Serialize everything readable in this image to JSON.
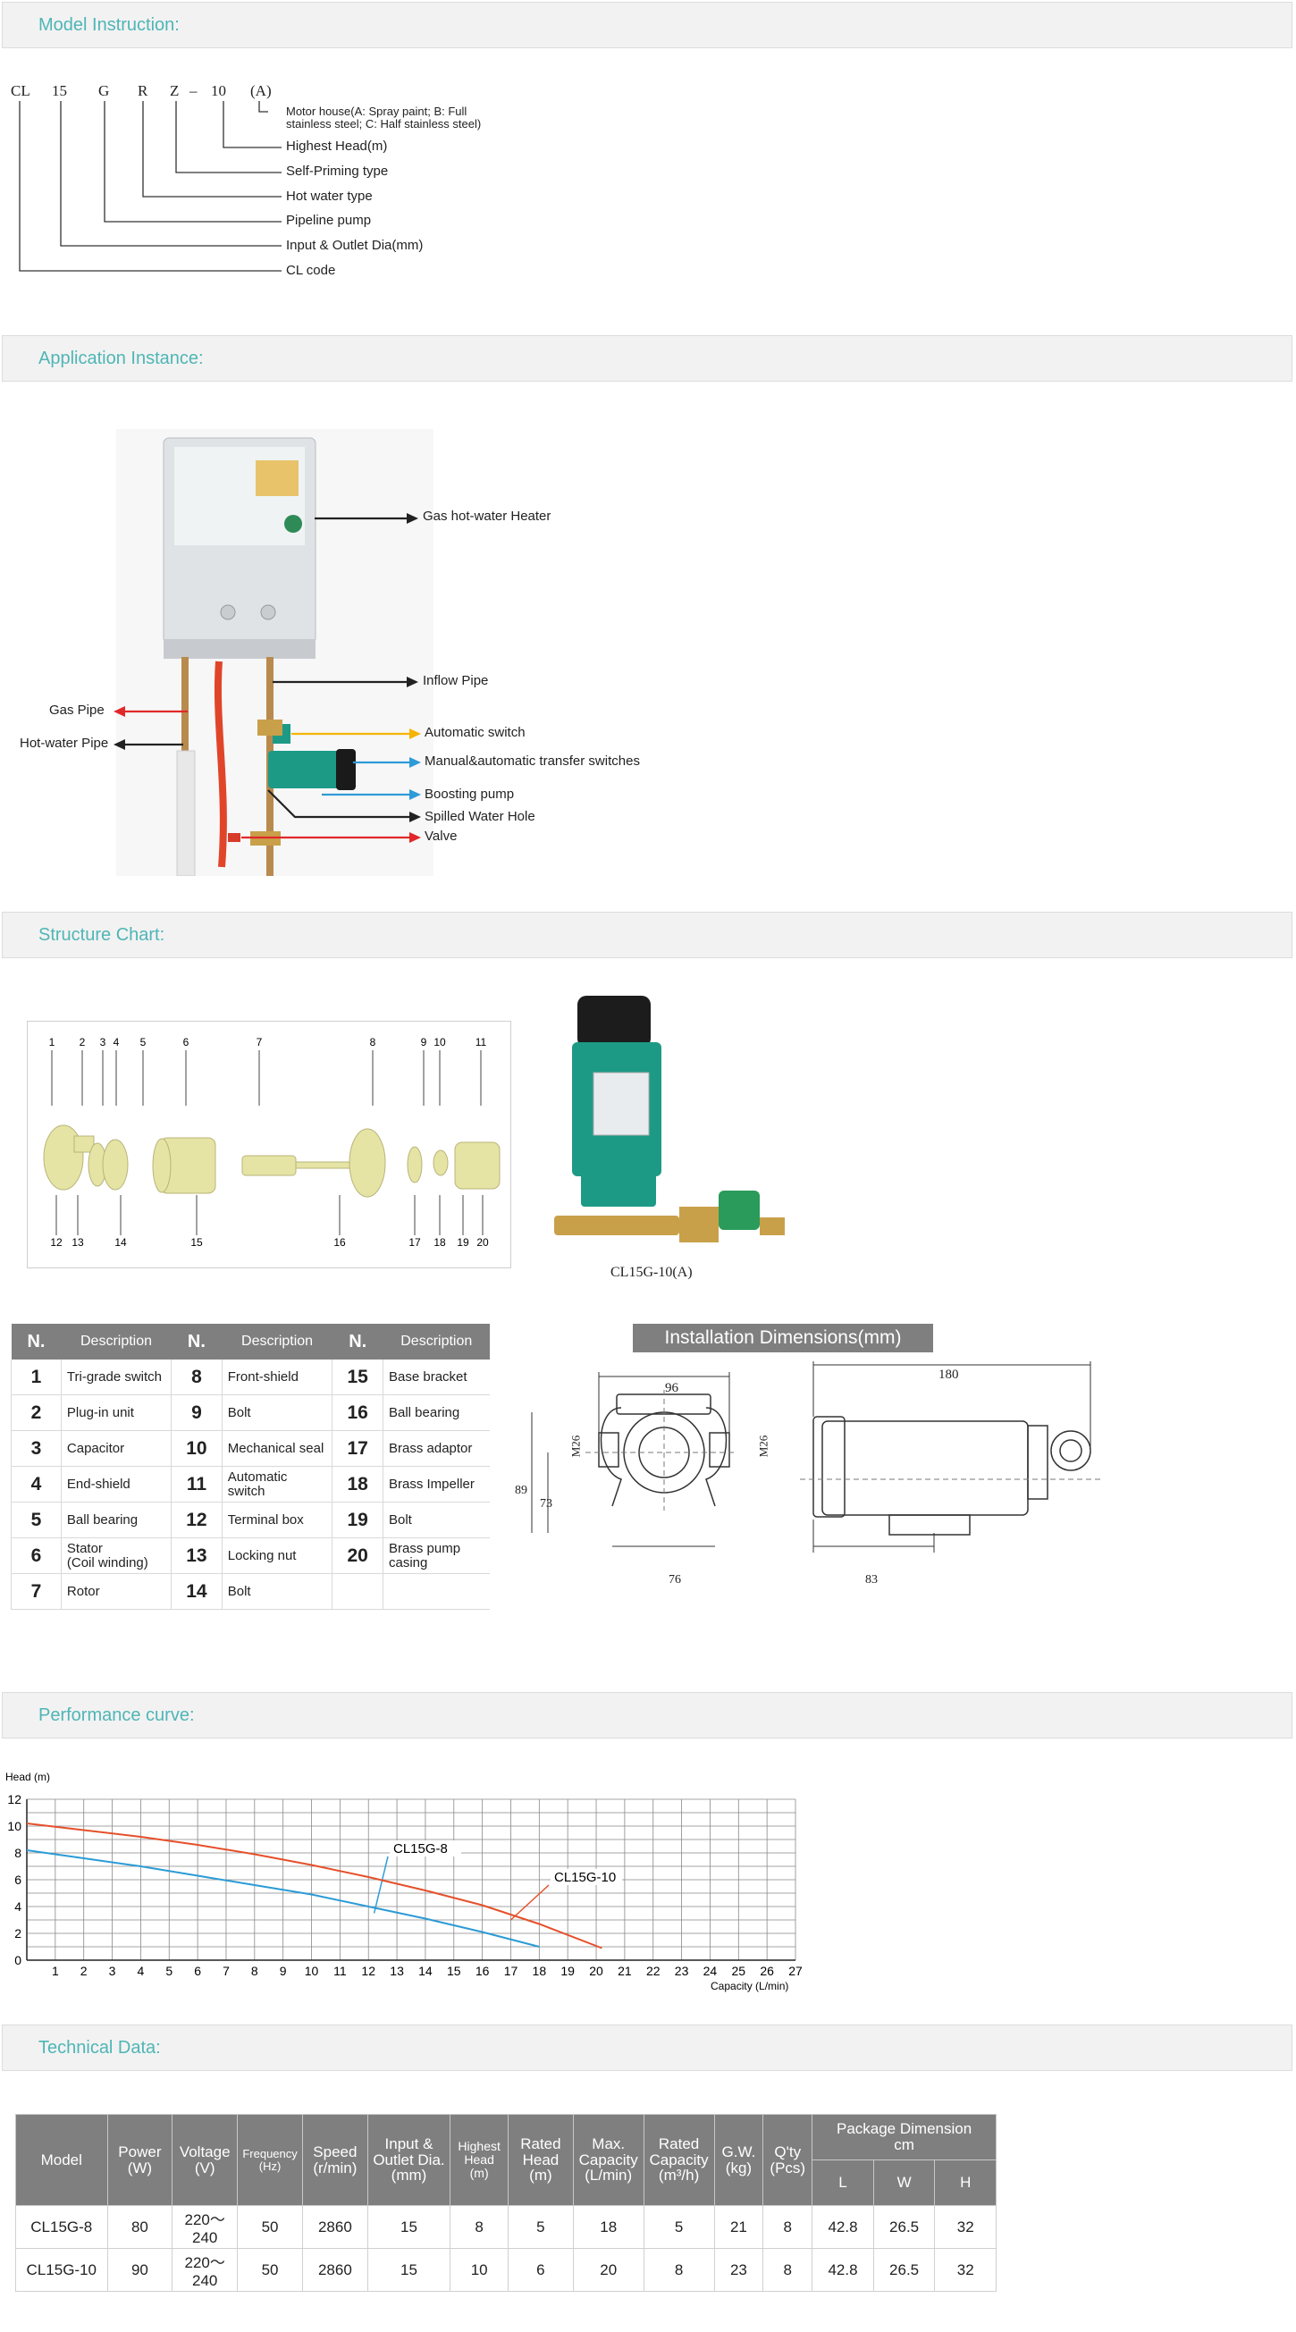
{
  "sections": {
    "model": "Model Instruction:",
    "application": "Application Instance:",
    "structure": "Structure Chart:",
    "performance": "Performance curve:",
    "technical": "Technical Data:"
  },
  "model_code": {
    "parts": [
      "CL",
      "15",
      "G",
      "R",
      "Z",
      "–",
      "10",
      "(A)"
    ],
    "labels": [
      "Motor house(A: Spray paint; B: Full",
      "stainless steel; C: Half stainless steel)",
      "Highest Head(m)",
      "Self-Priming type",
      "Hot water type",
      "Pipeline pump",
      "Input & Outlet Dia(mm)",
      "CL code"
    ]
  },
  "application": {
    "labels": {
      "heater": "Gas hot-water Heater",
      "inflow": "Inflow Pipe",
      "gas_pipe": "Gas Pipe",
      "hot_pipe": "Hot-water Pipe",
      "auto_switch": "Automatic switch",
      "manual_switch": "Manual&automatic transfer switches",
      "boosting": "Boosting pump",
      "spilled": "Spilled Water Hole",
      "valve": "Valve"
    },
    "colors": {
      "black": "#222222",
      "red": "#e0282a",
      "yellow": "#f5b400",
      "blue": "#2e9ad8"
    }
  },
  "structure": {
    "exploded_top": [
      "1",
      "2",
      "3",
      "4",
      "5",
      "6",
      "7",
      "8",
      "9",
      "10",
      "11"
    ],
    "exploded_bottom": [
      "12",
      "13",
      "14",
      "15",
      "16",
      "17",
      "18",
      "19",
      "20"
    ],
    "pump_caption": "CL15G-10(A)",
    "table_headers": [
      "N.",
      "Description",
      "N.",
      "Description",
      "N.",
      "Description"
    ],
    "rows": [
      [
        "1",
        "Tri-grade switch",
        "8",
        "Front-shield",
        "15",
        "Base bracket"
      ],
      [
        "2",
        "Plug-in unit",
        "9",
        "Bolt",
        "16",
        "Ball bearing"
      ],
      [
        "3",
        "Capacitor",
        "10",
        "Mechanical seal",
        "17",
        "Brass adaptor"
      ],
      [
        "4",
        "End-shield",
        "11",
        "Automatic switch",
        "18",
        "Brass Impeller"
      ],
      [
        "5",
        "Ball bearing",
        "12",
        "Terminal box",
        "19",
        "Bolt"
      ],
      [
        "6",
        "Stator\n(Coil winding)",
        "13",
        "Locking nut",
        "20",
        "Brass pump\ncasing"
      ],
      [
        "7",
        "Rotor",
        "14",
        "Bolt",
        "",
        ""
      ]
    ]
  },
  "dimensions": {
    "title": "Installation Dimensions(mm)",
    "front": {
      "width": "96",
      "thread_left": "M26",
      "thread_right": "M26",
      "height_total": "89",
      "height_axis": "73",
      "base": "76"
    },
    "side": {
      "length": "180",
      "base": "83"
    }
  },
  "chart_data": {
    "type": "line",
    "ylabel": "Head (m)",
    "xlabel": "Capacity (L/min)",
    "xlim": [
      0,
      27
    ],
    "ylim": [
      0,
      12
    ],
    "x_ticks": [
      1,
      2,
      3,
      4,
      5,
      6,
      7,
      8,
      9,
      10,
      11,
      12,
      13,
      14,
      15,
      16,
      17,
      18,
      19,
      20,
      21,
      22,
      23,
      24,
      25,
      26,
      27
    ],
    "y_ticks": [
      0,
      2,
      4,
      6,
      8,
      10,
      12
    ],
    "grid": true,
    "series": [
      {
        "name": "CL15G-8",
        "color": "#2b9bd6",
        "x": [
          0,
          2,
          4,
          6,
          8,
          10,
          12,
          14,
          16,
          18
        ],
        "y": [
          8.2,
          7.6,
          7.0,
          6.3,
          5.6,
          4.9,
          4.0,
          3.1,
          2.1,
          1.0
        ]
      },
      {
        "name": "CL15G-10",
        "color": "#e5502a",
        "x": [
          0,
          2,
          4,
          6,
          8,
          10,
          12,
          14,
          16,
          18,
          20.2
        ],
        "y": [
          10.2,
          9.7,
          9.2,
          8.6,
          7.9,
          7.1,
          6.2,
          5.2,
          4.1,
          2.7,
          0.9
        ]
      }
    ]
  },
  "technical": {
    "headers": {
      "model": "Model",
      "power": [
        "Power",
        "(W)"
      ],
      "voltage": [
        "Voltage",
        "(V)"
      ],
      "frequency": [
        "Frequency",
        "(Hz)"
      ],
      "speed": [
        "Speed",
        "(r/min)"
      ],
      "dia": [
        "Input &",
        "Outlet Dia.",
        "(mm)"
      ],
      "highest": [
        "Highest",
        "Head",
        "(m)"
      ],
      "rated_head": [
        "Rated",
        "Head",
        "(m)"
      ],
      "max_cap": [
        "Max.",
        "Capacity",
        "(L/min)"
      ],
      "rated_cap": [
        "Rated",
        "Capacity",
        "(m³/h)"
      ],
      "gw": [
        "G.W.",
        "(kg)"
      ],
      "qty": [
        "Q'ty",
        "(Pcs)"
      ],
      "package": [
        "Package Dimension",
        "cm"
      ],
      "lwh": [
        "L",
        "W",
        "H"
      ]
    },
    "rows": [
      [
        "CL15G-8",
        "80",
        "220～240",
        "50",
        "2860",
        "15",
        "8",
        "5",
        "18",
        "5",
        "21",
        "8",
        "42.8",
        "26.5",
        "32"
      ],
      [
        "CL15G-10",
        "90",
        "220～240",
        "50",
        "2860",
        "15",
        "10",
        "6",
        "20",
        "8",
        "23",
        "8",
        "42.8",
        "26.5",
        "32"
      ]
    ]
  }
}
